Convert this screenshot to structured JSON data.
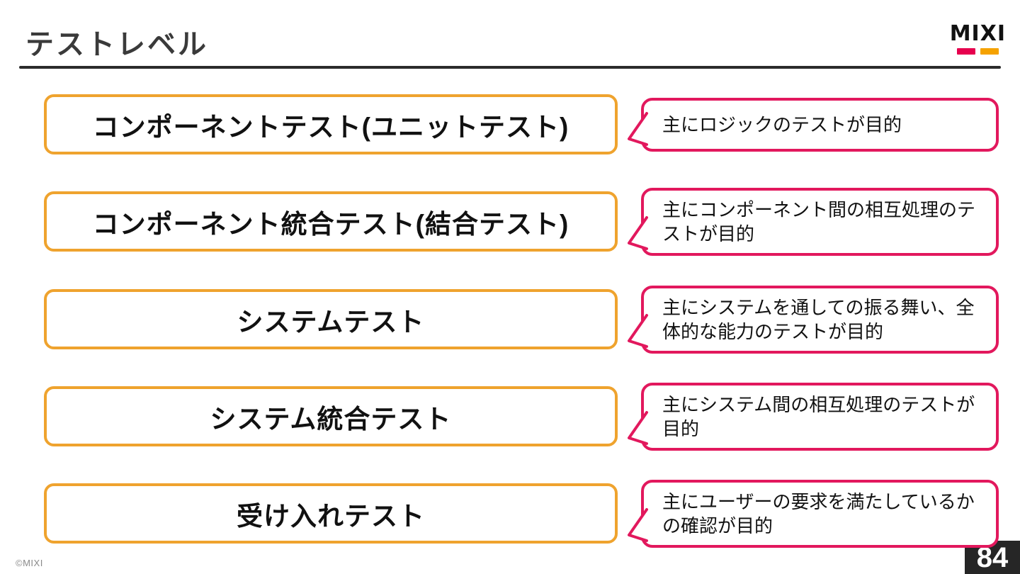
{
  "slide": {
    "title": "テストレベル",
    "page_number": "84",
    "copyright": "©MIXI"
  },
  "logo": {
    "text": "MIXI",
    "bar_colors": {
      "pink": "#e6004e",
      "orange": "#f5a200"
    }
  },
  "colors": {
    "level_box_border": "#efa32e",
    "bubble_border": "#e2185d",
    "title_text": "#3a3a3a",
    "divider": "#2b2b2b",
    "page_badge_bg": "#262626"
  },
  "rows": [
    {
      "level": "コンポーネントテスト(ユニットテスト)",
      "note": "主にロジックのテストが目的"
    },
    {
      "level": "コンポーネント統合テスト(結合テスト)",
      "note": "主にコンポーネント間の相互処理のテストが目的"
    },
    {
      "level": "システムテスト",
      "note": "主にシステムを通しての振る舞い、全体的な能力のテストが目的"
    },
    {
      "level": "システム統合テスト",
      "note": "主にシステム間の相互処理のテストが目的"
    },
    {
      "level": "受け入れテスト",
      "note": "主にユーザーの要求を満たしているかの確認が目的"
    }
  ]
}
